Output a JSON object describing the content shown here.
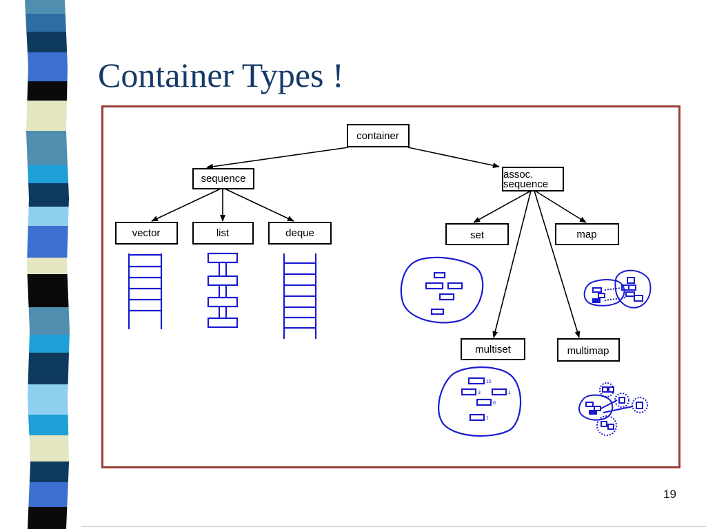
{
  "slide": {
    "title": "Container Types !",
    "page_number": "19"
  },
  "nodes": {
    "container": "container",
    "sequence": "sequence",
    "assoc_line1": "assoc.",
    "assoc_line2": "sequence",
    "vector": "vector",
    "list": "list",
    "deque": "deque",
    "set": "set",
    "map": "map",
    "multiset": "multiset",
    "multimap": "multimap"
  },
  "multiset_marks": {
    "m15": "15",
    "m3": "3",
    "m1a": "1",
    "m0": "0",
    "m1b": "1"
  },
  "colors": {
    "title": "#163a68",
    "frame": "#9a3d38",
    "illustration": "#1a1ad0"
  }
}
